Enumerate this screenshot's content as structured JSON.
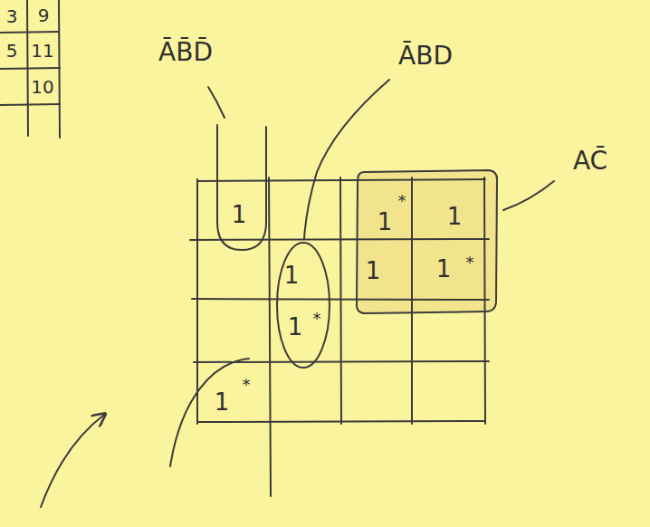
{
  "diagram": {
    "labels": [
      "3",
      "9",
      "5",
      "11",
      "10",
      "ĀB̄D̄",
      "ĀBD",
      "AC̄",
      "1",
      "1",
      "*",
      "1",
      "1",
      "1",
      "1",
      "*",
      "1",
      "*",
      "1",
      "*"
    ]
  }
}
